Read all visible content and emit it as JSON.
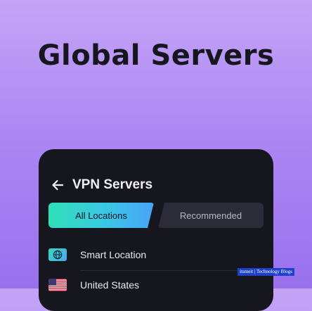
{
  "headline": "Global Servers",
  "screen": {
    "title": "VPN Servers",
    "back_icon": "arrow-left-icon"
  },
  "tabs": [
    {
      "label": "All Locations",
      "active": true
    },
    {
      "label": "Recommended",
      "active": false
    }
  ],
  "servers": [
    {
      "label": "Smart Location",
      "icon": "globe-icon"
    },
    {
      "label": "United States",
      "icon": "us-flag-icon"
    }
  ],
  "watermark": "itsmeit | Technology Blogs",
  "colors": {
    "background_top": "#c4a4f6",
    "background_bottom": "#9a70ee",
    "phone_bg": "#15161e",
    "tab_active_start": "#2fe0b8",
    "tab_active_end": "#49a4f6",
    "tab_inactive": "#2a2c37"
  }
}
